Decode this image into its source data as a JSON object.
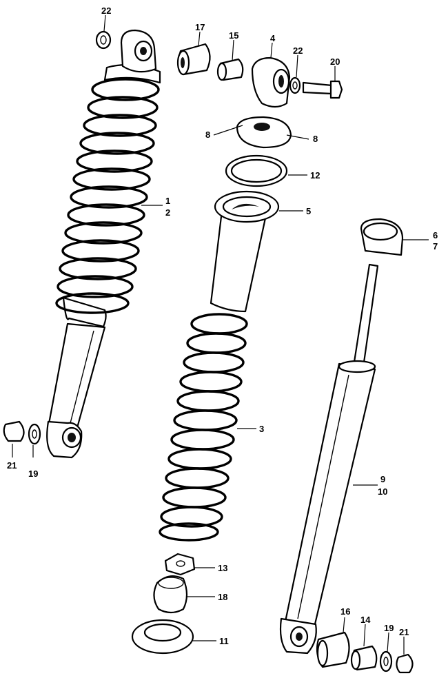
{
  "callouts": {
    "c22_top": "22",
    "c17": "17",
    "c15": "15",
    "c4": "4",
    "c22_mid": "22",
    "c20": "20",
    "c8_left": "8",
    "c8_right": "8",
    "c12": "12",
    "c1": "1",
    "c2": "2",
    "c5": "5",
    "c6": "6",
    "c7": "7",
    "c3": "3",
    "c21_left": "21",
    "c19_left": "19",
    "c9": "9",
    "c10": "10",
    "c13": "13",
    "c18": "18",
    "c11": "11",
    "c16": "16",
    "c14": "14",
    "c19_right": "19",
    "c21_right": "21"
  }
}
